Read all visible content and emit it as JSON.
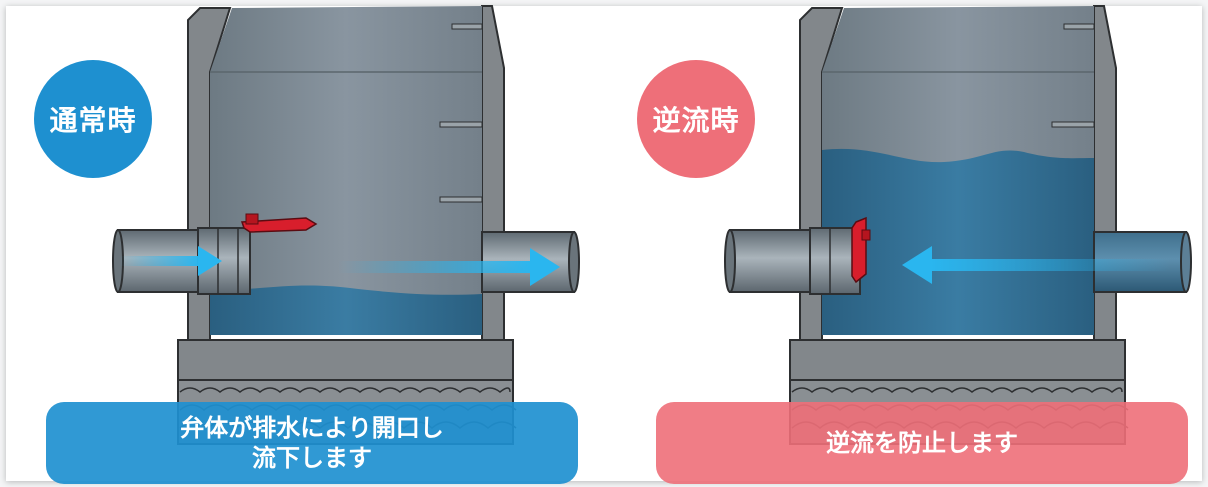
{
  "colors": {
    "normal_accent": "#1e90d0",
    "backflow_accent": "#ee6f79",
    "water": "#2e6e95",
    "flow_arrow": "#2ab6ef",
    "valve": "#d81e2c",
    "concrete": "#808487"
  },
  "panels": [
    {
      "badge": "通常時",
      "caption": "弁体が排水により開口し\n流下します",
      "arrows": [
        "flow-in-arrow-icon",
        "flow-out-arrow-icon"
      ],
      "valve_state": "open"
    },
    {
      "badge": "逆流時",
      "caption": "逆流を防止します",
      "arrows": [
        "backflow-arrow-icon"
      ],
      "valve_state": "closed"
    }
  ]
}
